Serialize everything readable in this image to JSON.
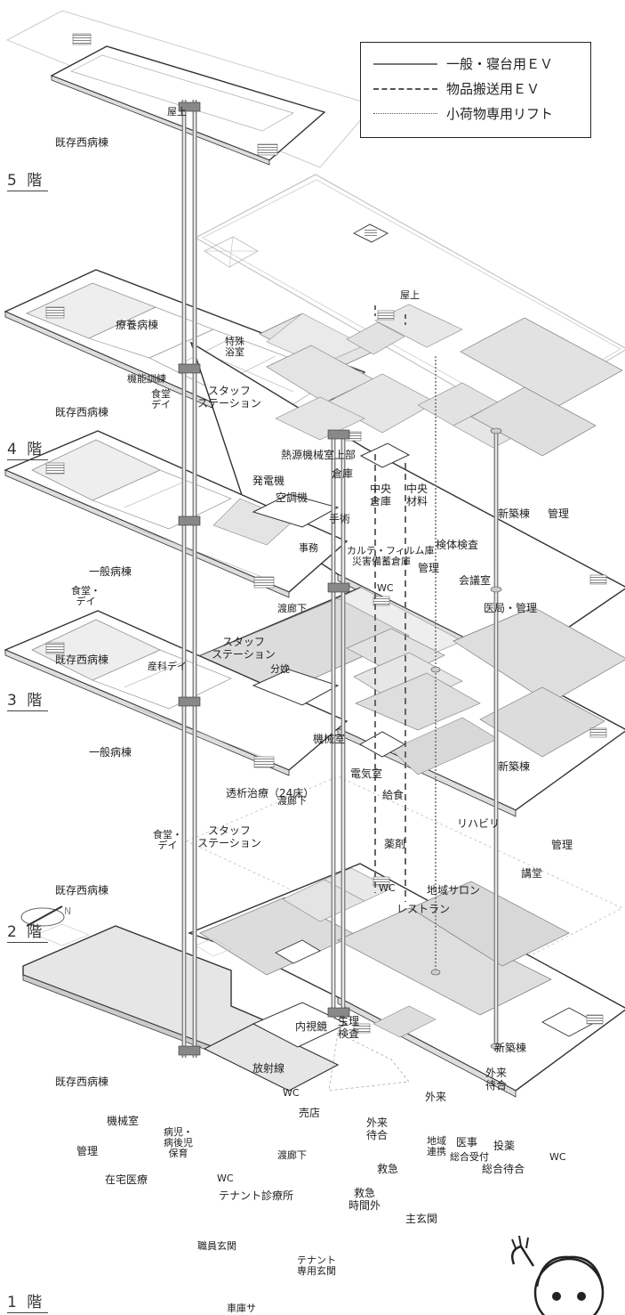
{
  "legend": {
    "items": [
      {
        "label": "一般・寝台用ＥＶ",
        "style": "solid",
        "color": "#777777"
      },
      {
        "label": "物品搬送用ＥＶ",
        "style": "dashed",
        "color": "#555555"
      },
      {
        "label": "小荷物専用リフト",
        "style": "dotted",
        "color": "#555555"
      }
    ]
  },
  "floors": {
    "f5": "5 階",
    "f4": "4 階",
    "f3": "3 階",
    "f2": "2 階",
    "f1": "1 階"
  },
  "west_building": {
    "f5": "既存西病棟",
    "f4": "既存西病棟",
    "f3": "既存西病棟",
    "f2": "既存西病棟",
    "f1": "既存西病棟"
  },
  "new_building": {
    "f3": "新築棟",
    "f2": "新築棟",
    "f1": "新築棟"
  },
  "rooms": {
    "f5_roof": "屋上",
    "new_roof": "屋上",
    "f4_ryoyo": "療養病棟",
    "f4_tokushu": "特殊\n浴室",
    "f4_kino": "機能訓練",
    "f4_shokudo": "食堂\nデイ",
    "f4_staff": "スタッフ\nステーション",
    "f3_netsugen": "熱源機械室上部",
    "f3_hatsuden": "発電機",
    "f3_soko": "倉庫",
    "f3_chuo_soko": "中央\n倉庫",
    "f3_chuo_zairyo": "中央\n材料",
    "f3_kucho": "空調機",
    "f3_shujutsu": "手術",
    "f3_jimu": "事務",
    "f3_karte": "カルテ・フィルム庫",
    "f3_saigai": "災害備蓄倉庫",
    "f3_kentai": "検体検査",
    "f3_kanri_small": "管理",
    "f3_kaigi": "会議室",
    "f3_kanri": "管理",
    "f3_ikyoku": "医局・管理",
    "f3_wc": "WC",
    "f3_ippan": "一般病棟",
    "f3_shokudo": "食堂・\nデイ",
    "f3_staff": "スタッフ\nステーション",
    "f3_sanka": "産科デイ",
    "f3_bunben": "分娩",
    "f3_watari": "渡廊下",
    "f2_kikai": "機械室",
    "f2_denki": "電気室",
    "f2_toseki": "透析治療（24床）",
    "f2_kyushoku": "給食",
    "f2_rihabiri": "リハビリ",
    "f2_yakuzai": "薬剤",
    "f2_kanri": "管理",
    "f2_kodo": "講堂",
    "f2_wc": "WC",
    "f2_chiiki": "地域サロン",
    "f2_restaurant": "レストラン",
    "f2_ippan": "一般病棟",
    "f2_watari": "渡廊下",
    "f2_shokudo": "食堂・\nデイ",
    "f2_staff": "スタッフ\nステーション",
    "f1_naishikyo": "内視鏡",
    "f1_seiri": "生理\n検査",
    "f1_hoshasen": "放射線",
    "f1_gairai_machi": "外来\n待合",
    "f1_gairai": "外来",
    "f1_wc_small": "WC",
    "f1_baiten": "売店",
    "f1_gairai_machi2": "外来\n待合",
    "f1_chiiki": "地域\n連携",
    "f1_iji": "医事",
    "f1_toyaku": "投薬",
    "f1_sogo_uketsuke": "総合受付",
    "f1_sogo_machi": "総合待合",
    "f1_wc_right": "WC",
    "f1_kyukyu": "救急",
    "f1_kyukyu_jikan": "救急\n時間外",
    "f1_shugenkan": "主玄関",
    "f1_watari": "渡廊下",
    "f1_tenant": "テナント診療所",
    "f1_tenant_genkan": "テナント\n専用玄関",
    "f1_shokuin": "職員玄関",
    "f1_shako": "車庫サ",
    "f1_kikai": "機械室",
    "f1_shoni": "病児・\n病後児\n保育",
    "f1_kanri": "管理",
    "f1_zaitaku": "在宅医療",
    "f1_wc": "WC"
  },
  "compass_label": "N"
}
